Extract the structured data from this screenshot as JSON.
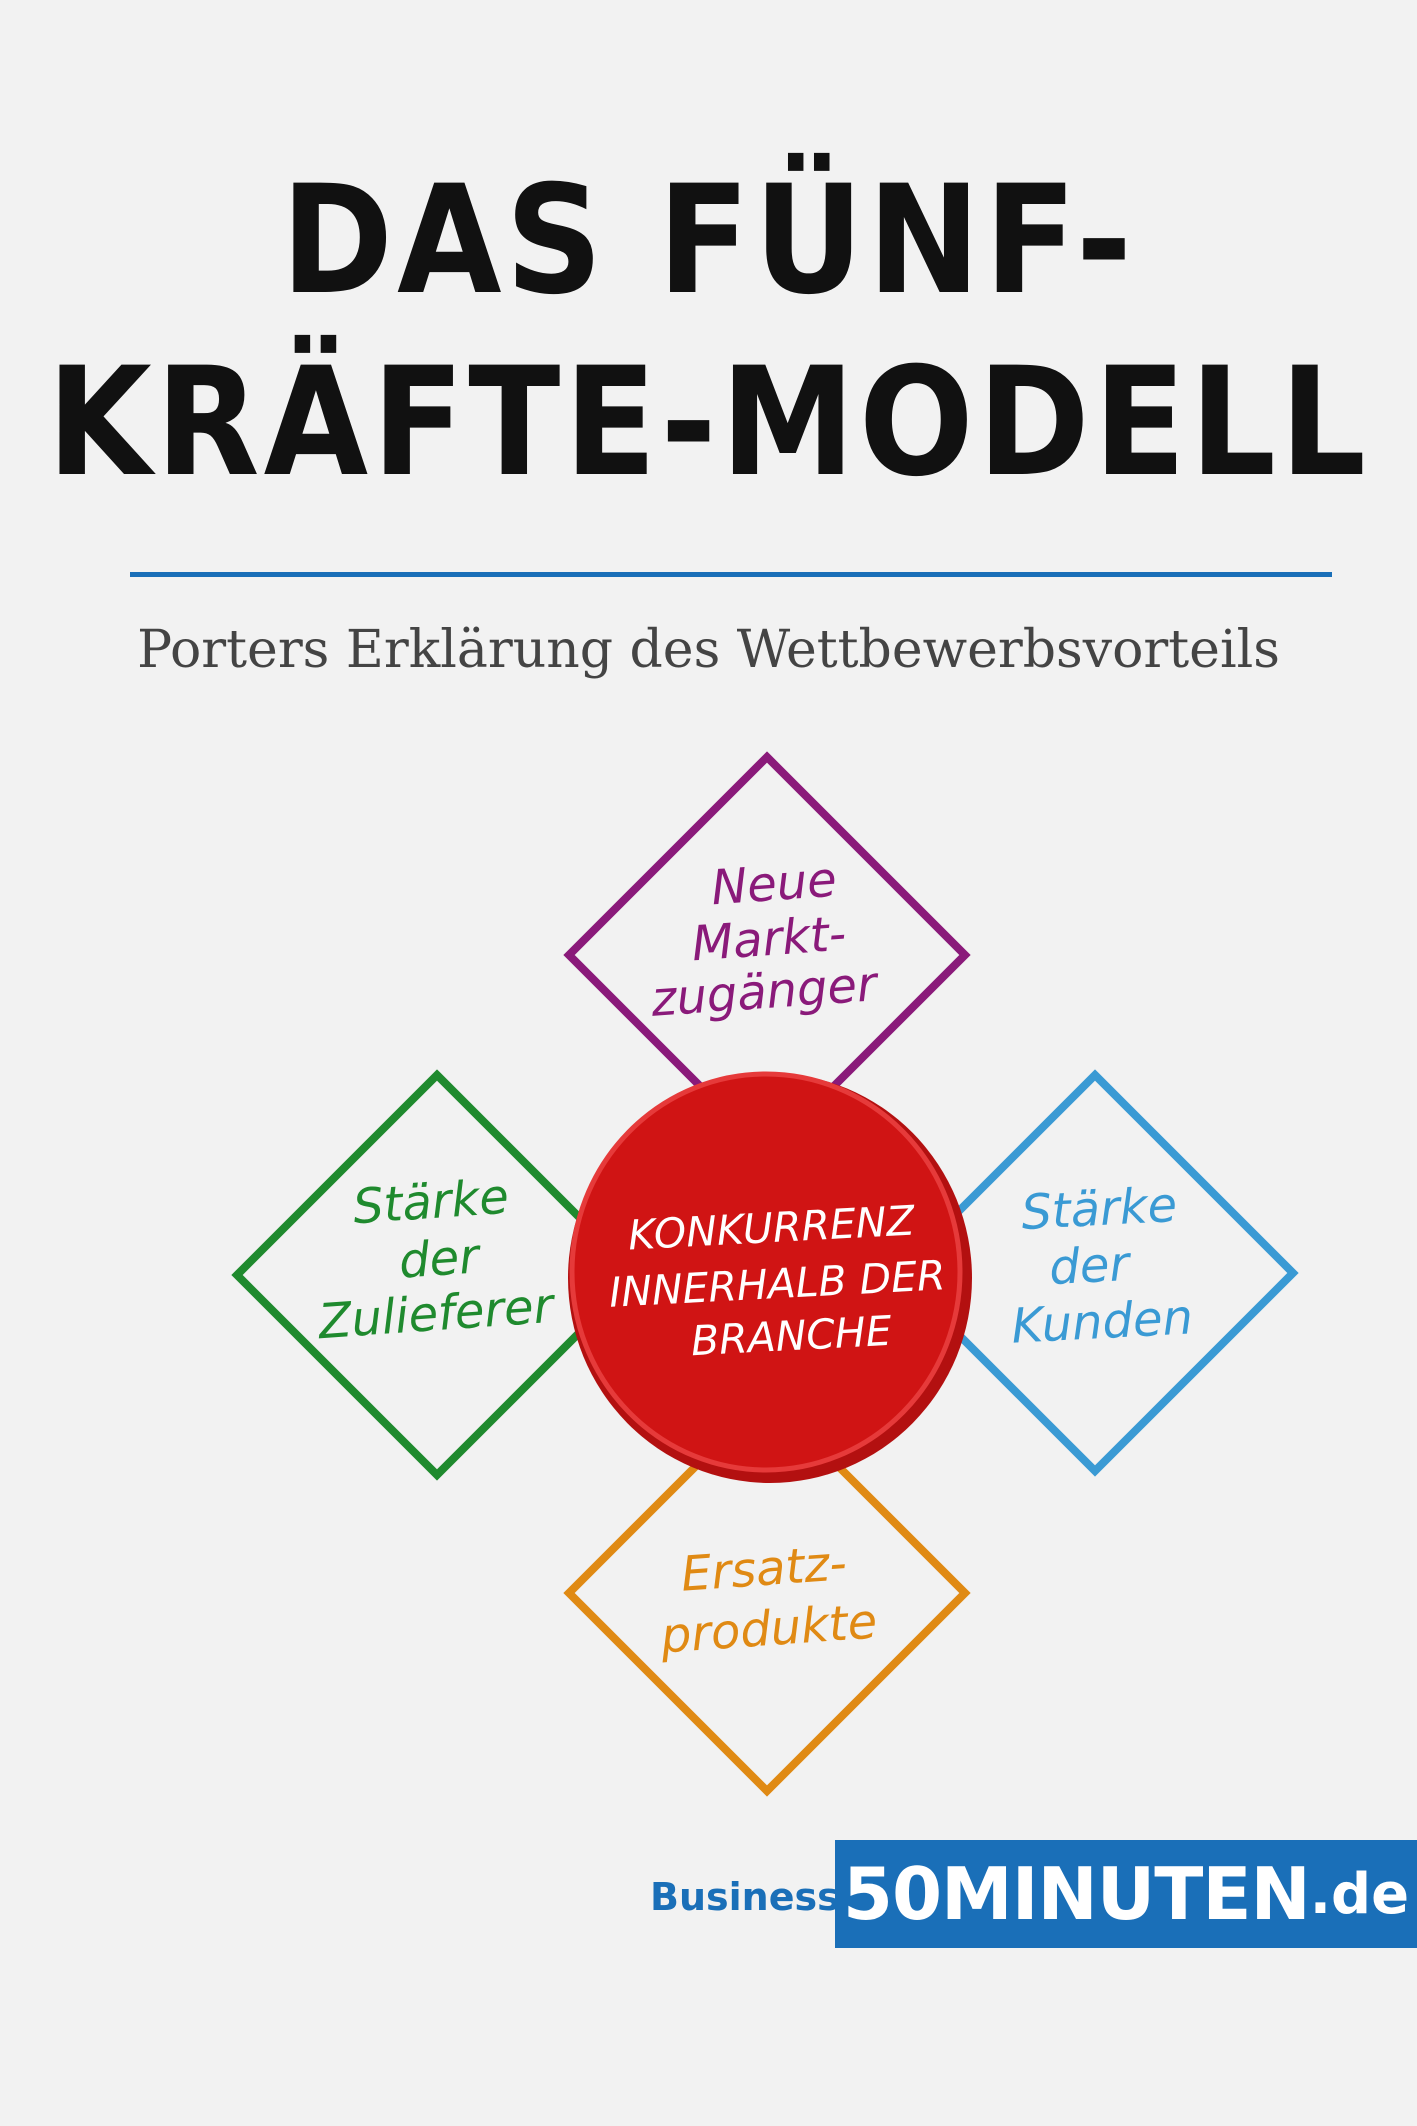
{
  "cover": {
    "title_line1": "DAS FÜNF-",
    "title_line2": "KRÄFTE-MODELL",
    "subtitle": "Porters Erklärung des Wettbewerbsvorteils"
  },
  "diagram": {
    "center": {
      "line1": "KONKURRENZ",
      "line2": "INNERHALB DER",
      "line3": "BRANCHE",
      "color": "#d01414"
    },
    "top": {
      "line1": "Neue",
      "line2": "Markt-",
      "line3": "zugänger",
      "color": "#8a1a7a"
    },
    "left": {
      "line1": "Stärke",
      "line2": "der",
      "line3": "Zulieferer",
      "color": "#1f8a2e"
    },
    "right": {
      "line1": "Stärke",
      "line2": "der",
      "line3": "Kunden",
      "color": "#3a9ad4"
    },
    "bottom": {
      "line1": "Ersatz-",
      "line2": "produkte",
      "color": "#e08a14"
    }
  },
  "footer": {
    "category": "Business",
    "brand": "50MINUTEN",
    "brand_tld": ".de",
    "brand_color": "#1a6fb8"
  }
}
